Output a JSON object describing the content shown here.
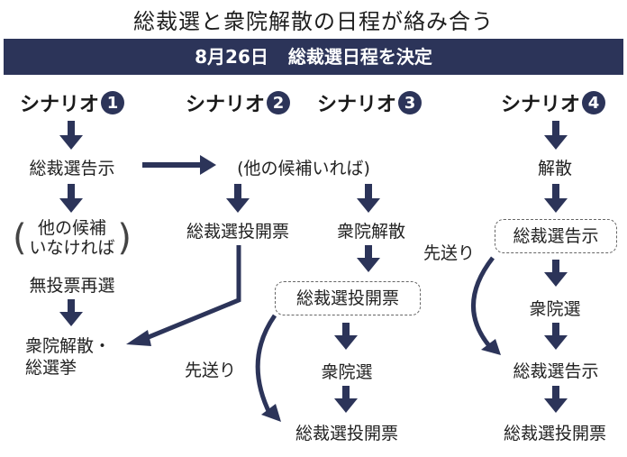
{
  "title": "総裁選と衆院解散の日程が絡み合う",
  "banner": {
    "date": "8月26日",
    "text": "総裁選日程を決定"
  },
  "colors": {
    "accent": "#2c3459",
    "text": "#222222",
    "dashed_border": "#666666"
  },
  "scenarios": [
    {
      "label": "シナリオ",
      "number": "1",
      "steps": [
        "総裁選告示",
        "他の候補",
        "いなければ",
        "無投票再選",
        "衆院解散・",
        "総選挙"
      ]
    },
    {
      "label": "シナリオ",
      "number": "2",
      "steps": [
        "(他の候補いれば)",
        "総裁選投開票"
      ]
    },
    {
      "label": "シナリオ",
      "number": "3",
      "steps": [
        "衆院解散",
        "総裁選投開票",
        "衆院選",
        "総裁選投開票"
      ],
      "defer_label": "先送り"
    },
    {
      "label": "シナリオ",
      "number": "4",
      "steps": [
        "解散",
        "総裁選告示",
        "衆院選",
        "総裁選告示",
        "総裁選投開票"
      ],
      "defer_label": "先送り"
    }
  ],
  "icons": {
    "arrow": "down-arrow",
    "number_badge": "circled-number"
  }
}
